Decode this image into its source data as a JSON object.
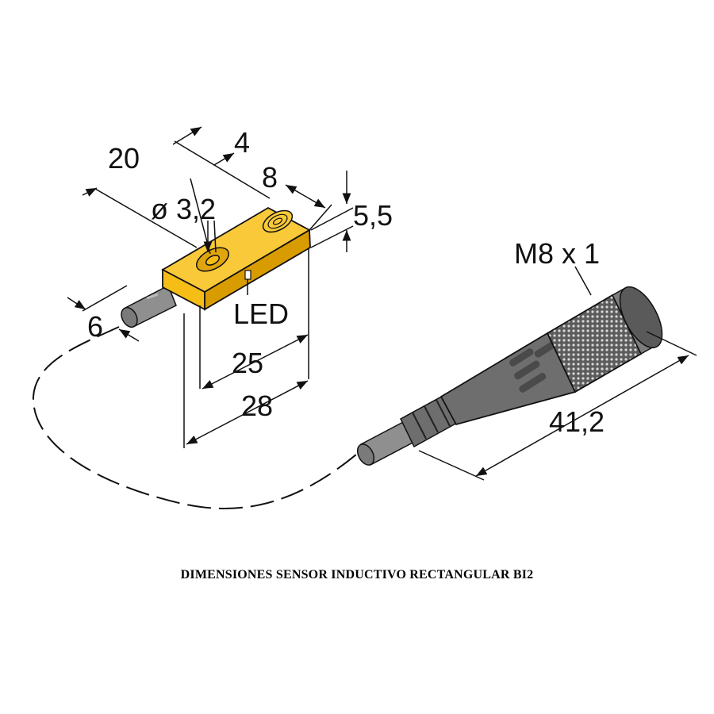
{
  "colors": {
    "sensor_body": "#f6bd16",
    "sensor_body_dark": "#d99c00",
    "cable": "#8f8f8f",
    "connector": "#6e6e6e",
    "line": "#111111"
  },
  "labels": {
    "dim_20": "20",
    "dim_4": "4",
    "dim_8": "8",
    "dim_diameter": "ø 3,2",
    "dim_5_5": "5,5",
    "dim_6": "6",
    "led": "LED",
    "dim_25": "25",
    "dim_28": "28",
    "thread": "M8 x 1",
    "dim_41_2": "41,2"
  },
  "caption": "DIMENSIONES SENSOR INDUCTIVO RECTANGULAR BI2"
}
